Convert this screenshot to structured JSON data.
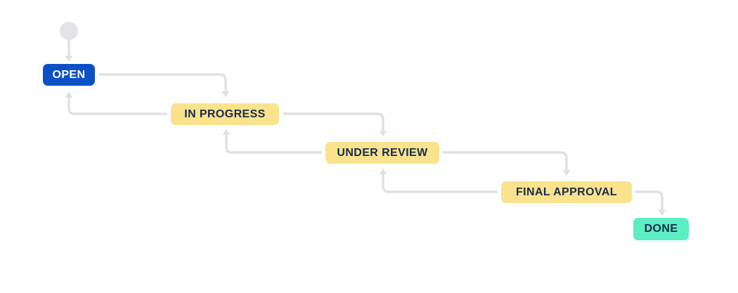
{
  "diagram": {
    "type": "issue-workflow",
    "colors": {
      "background": "#FFFFFF",
      "connector": "#DFE1E6",
      "start_node": "#E2E4E8",
      "open_bg": "#0B50C5",
      "open_text": "#FFFFFF",
      "intermediate_bg": "#FAE38C",
      "intermediate_text": "#172B4D",
      "done_bg": "#5CEEC3",
      "done_text": "#172B4D"
    },
    "start_node": {
      "name": "start"
    },
    "nodes": [
      {
        "id": "open",
        "label": "OPEN",
        "bg": "#0B50C5",
        "text": "#FFFFFF"
      },
      {
        "id": "in-progress",
        "label": "IN PROGRESS",
        "bg": "#FAE38C",
        "text": "#172B4D"
      },
      {
        "id": "under-review",
        "label": "UNDER REVIEW",
        "bg": "#FAE38C",
        "text": "#172B4D"
      },
      {
        "id": "final-approval",
        "label": "FINAL APPROVAL",
        "bg": "#FAE38C",
        "text": "#172B4D"
      },
      {
        "id": "done",
        "label": "DONE",
        "bg": "#5CEEC3",
        "text": "#172B4D"
      }
    ],
    "transitions": [
      {
        "from": "start",
        "to": "open"
      },
      {
        "from": "open",
        "to": "in-progress"
      },
      {
        "from": "in-progress",
        "to": "open"
      },
      {
        "from": "in-progress",
        "to": "under-review"
      },
      {
        "from": "under-review",
        "to": "in-progress"
      },
      {
        "from": "under-review",
        "to": "final-approval"
      },
      {
        "from": "final-approval",
        "to": "under-review"
      },
      {
        "from": "final-approval",
        "to": "done"
      }
    ]
  }
}
